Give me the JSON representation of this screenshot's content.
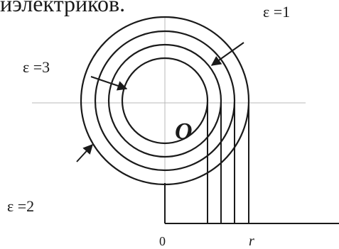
{
  "header_fragment": "иэлектриков.",
  "labels": {
    "eps_outer": "ε =1",
    "eps_middle": "ε =3",
    "eps_inner": "ε =2",
    "center": "O",
    "axis_origin": "0",
    "axis_r": "r"
  }
}
